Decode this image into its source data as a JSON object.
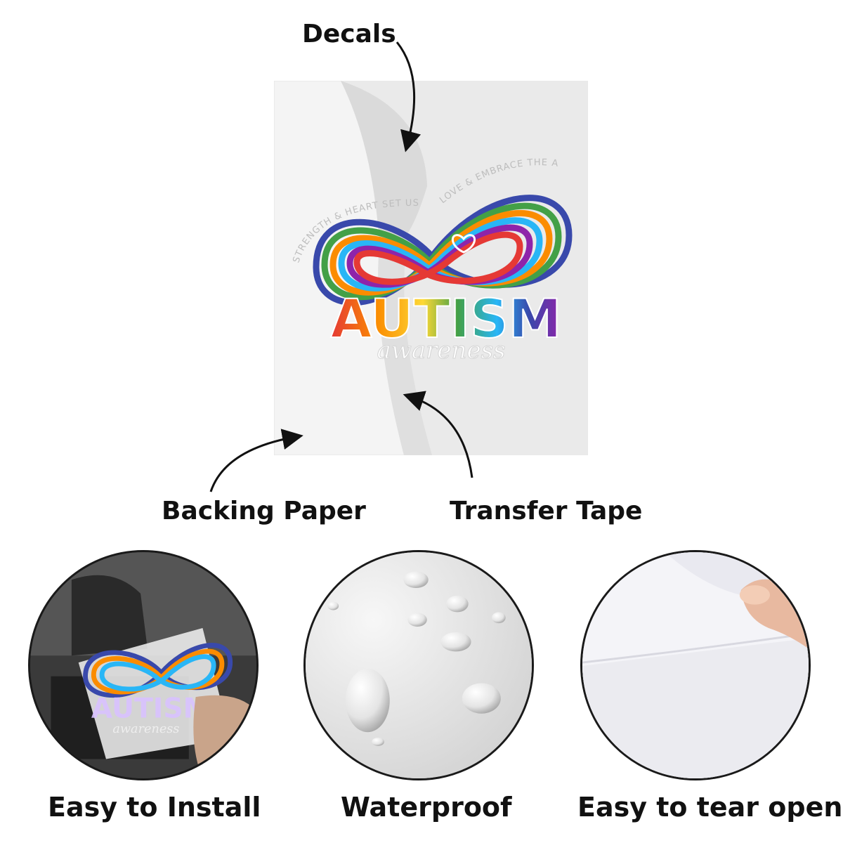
{
  "labels": {
    "decals": "Decals",
    "backing_paper": "Backing Paper",
    "transfer_tape": "Transfer Tape"
  },
  "decal_artwork": {
    "arc_left": "STRENGTH & HEART SET US APART",
    "arc_right": "LOVE & EMBRACE THE AMAZING",
    "main_word": "AUTISM",
    "script_word": "awareness"
  },
  "features": [
    {
      "label": "Easy to Install",
      "icon": "install-photo"
    },
    {
      "label": "Waterproof",
      "icon": "water-drops-photo"
    },
    {
      "label": "Easy to tear open",
      "icon": "peel-photo"
    }
  ],
  "colors": {
    "text": "#111111",
    "rainbow": [
      "#e53935",
      "#fb8c00",
      "#fdd835",
      "#43a047",
      "#29b6f6",
      "#3949ab",
      "#8e24aa"
    ]
  }
}
